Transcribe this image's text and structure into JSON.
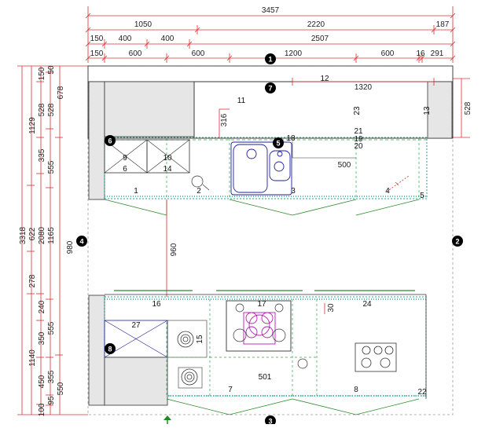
{
  "top_dimensions": {
    "row1": [
      "3457"
    ],
    "row2": [
      "1050",
      "2220",
      "187"
    ],
    "row3": [
      "150",
      "400",
      "400",
      "2507"
    ],
    "row4": [
      "150",
      "600",
      "600",
      "1200",
      "600",
      "16",
      "291"
    ]
  },
  "left_dimensions": {
    "col1": [
      "3318"
    ],
    "col2": [
      "1129",
      "622",
      "278",
      "1140"
    ],
    "col3": [
      "150",
      "528",
      "335",
      "2080",
      "240",
      "350",
      "450",
      "100"
    ],
    "col4": [
      "50",
      "528",
      "555",
      "1165",
      "980",
      "555",
      "355",
      "95"
    ],
    "col5": [
      "678",
      "550"
    ]
  },
  "right_dimension": "528",
  "inner_dimensions": {
    "upper_depth": "316",
    "aisle": "960",
    "wall_cabinet_width": "1320",
    "sink_cabinet": "500",
    "hob_offset": "30"
  },
  "badges": [
    "1",
    "2",
    "3",
    "4",
    "5",
    "6",
    "7",
    "8"
  ],
  "item_numbers": [
    "1",
    "2",
    "3",
    "4",
    "5",
    "6",
    "7",
    "8",
    "9",
    "10",
    "11",
    "12",
    "13",
    "14",
    "15",
    "16",
    "17",
    "18",
    "19",
    "20",
    "21",
    "22",
    "23",
    "24",
    "27",
    "501"
  ],
  "colors": {
    "dimension": "#d93030",
    "cabinet_outline": "#333333",
    "appliance": "#1f1f9e",
    "countertop": "#22a89a",
    "door_swing": "#2a8a2a",
    "hidden_line": "#2aa84a",
    "badge_fill": "#000000",
    "entry_arrow": "#1e8c1e"
  },
  "icons": [
    "sink-icon",
    "hob-icon",
    "entry-arrow-icon"
  ]
}
